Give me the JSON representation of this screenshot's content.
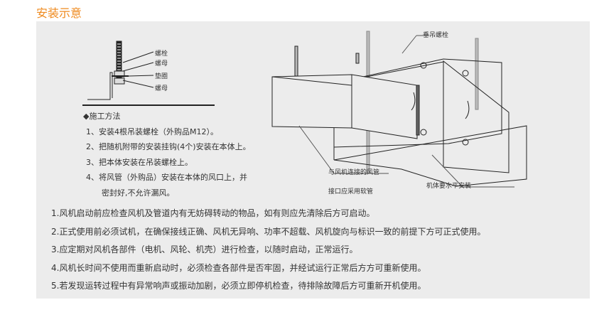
{
  "section_title": "安装示意",
  "bolt_diagram": {
    "labels": [
      "螺栓",
      "螺母",
      "垫圈",
      "螺母"
    ]
  },
  "method": {
    "heading": "◆施工方法",
    "steps": [
      "1、安装4根吊装螺栓（外购品M12）。",
      "2、把随机附带的安装挂钩(4个)安装在本体上。",
      "3、把本体安装在吊装螺栓上。",
      "4、将风管（外购品）安装在本体的风口上，并",
      "密封好,不允许漏风。"
    ]
  },
  "unit_diagram": {
    "label_bolt": "垂吊螺栓",
    "label_duct": "与风机连接的风管",
    "label_soft": "接口应采用软管",
    "label_level": "机体要水平安装"
  },
  "notes": [
    "1.风机启动前应检查风机及管道内有无妨碍转动的物品，如有则应先清除后方可启动。",
    "2.正式使用前必须试机，在确保接线正确、风机无异响、功率不超载、风机旋向与标识一致的前提下方可正式使用。",
    "3.应定期对风机各部件（电机、风轮、机壳）进行检查，以随时启动，正常运行。",
    "4.风机长时间不使用而重新启动时，必须检查各部件是否牢固，并经试运行正常后方方可重新使用。",
    "5.若发现运转过程中有异常响声或振动加剧，必须立即停机检查，待排除故障后方可重新开机使用。"
  ]
}
